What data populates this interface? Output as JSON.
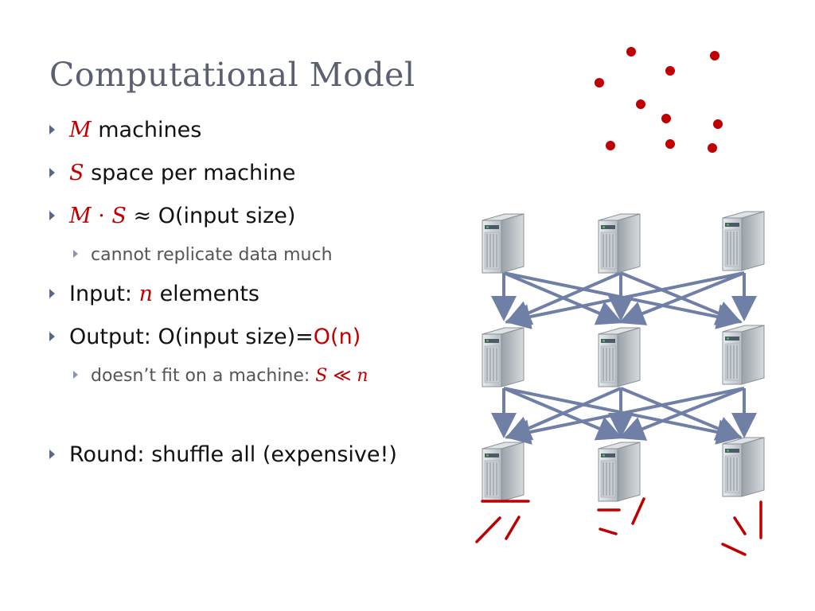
{
  "title": "Computational Model",
  "bullets": {
    "b1": {
      "var": "M",
      "text": " machines"
    },
    "b2": {
      "var": "S",
      "text": " space per machine"
    },
    "b3": {
      "var1": "M",
      "dot": " · ",
      "var2": "S",
      "approx": " ≈ ",
      "text": "O(input size)"
    },
    "b3_sub": {
      "text": "cannot replicate data much"
    },
    "b4": {
      "prefix": "Input: ",
      "var": "n",
      "text": " elements"
    },
    "b5": {
      "prefix": "Output: O(input size)=",
      "red": "O(n)"
    },
    "b5_sub": {
      "prefix": "doesn’t fit on a machine: ",
      "var1": "S",
      "ll": " ≪ ",
      "var2": "n"
    },
    "b6": {
      "text": "Round: shuffle all (expensive!)"
    }
  },
  "colors": {
    "accent": "#c00000",
    "arrows": "#6f7fa6",
    "title": "#5b6070"
  }
}
